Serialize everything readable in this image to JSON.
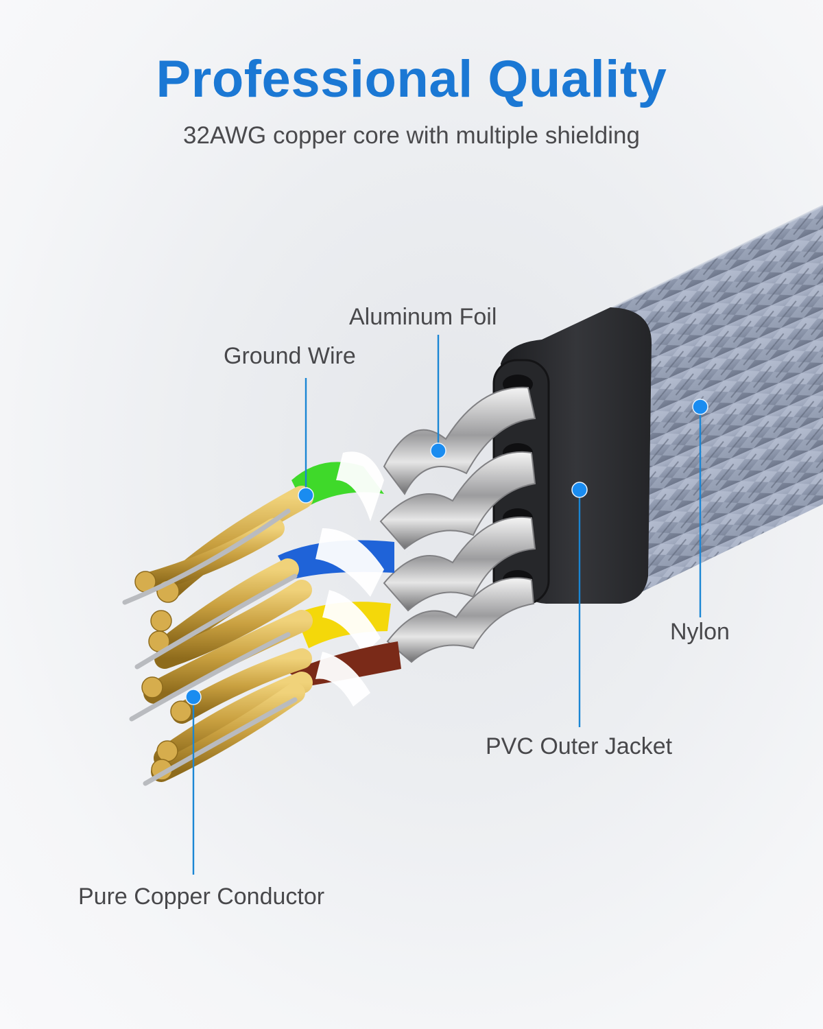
{
  "header": {
    "title": "Professional Quality",
    "subtitle": "32AWG copper core with multiple shielding"
  },
  "callouts": {
    "aluminum_foil": "Aluminum Foil",
    "ground_wire": "Ground Wire",
    "nylon": "Nylon",
    "pvc_outer_jacket": "PVC Outer Jacket",
    "pure_copper_conductor": "Pure Copper Conductor"
  },
  "colors": {
    "title": "#1b78d4",
    "callout": "#1a8cf0",
    "text": "#48484b",
    "pair_green": "#3fd92a",
    "pair_blue": "#1f63d8",
    "pair_yellow": "#f4d80a",
    "pair_brown": "#7a2a18",
    "copper": "#c9a040",
    "jacket": "#2b2c2f",
    "nylon": "#8e98ad"
  }
}
